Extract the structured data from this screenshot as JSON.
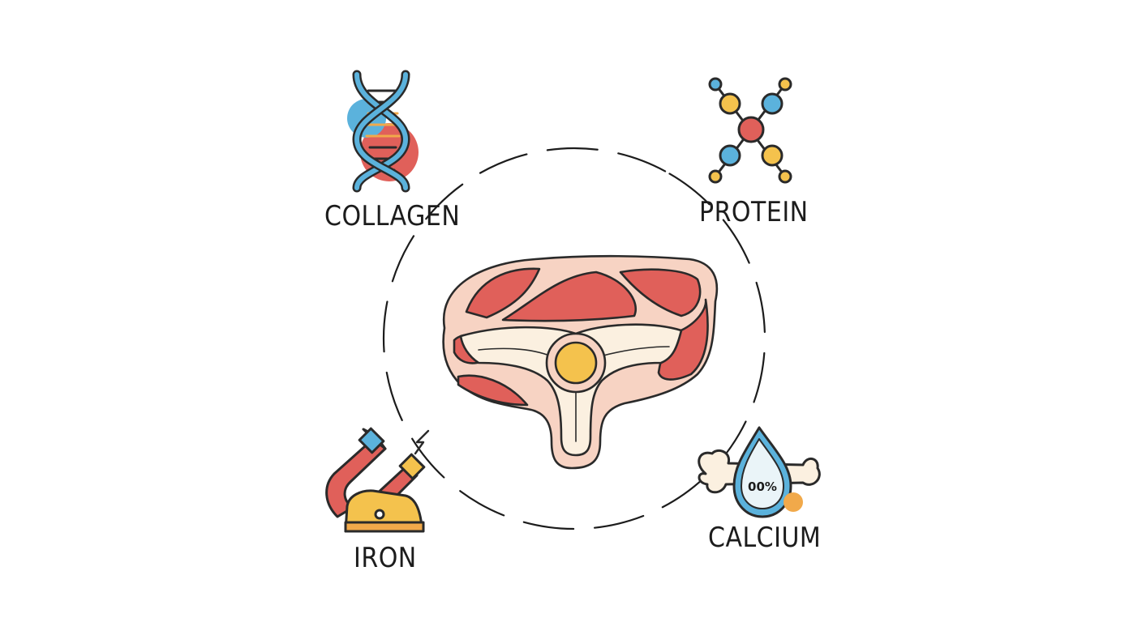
{
  "labels": {
    "collagen": "COLLAGEN",
    "protein": "PROTEIN",
    "iron": "IRON",
    "calcium": "CALCIUM"
  },
  "calcium_drop_text": "00%",
  "icons": {
    "center": "meat-cut-icon",
    "collagen": "dna-helix-icon",
    "protein": "molecule-icon",
    "iron": "magnet-icon",
    "calcium": "bone-drop-icon"
  },
  "colors": {
    "outline": "#2a2a2a",
    "meat_red": "#e0605a",
    "meat_light": "#f7d3c3",
    "fat_cream": "#fbf0e0",
    "marrow_yellow": "#f4c24d",
    "blue": "#5bb2dc",
    "orange": "#f1a94a",
    "red": "#e0605a"
  }
}
